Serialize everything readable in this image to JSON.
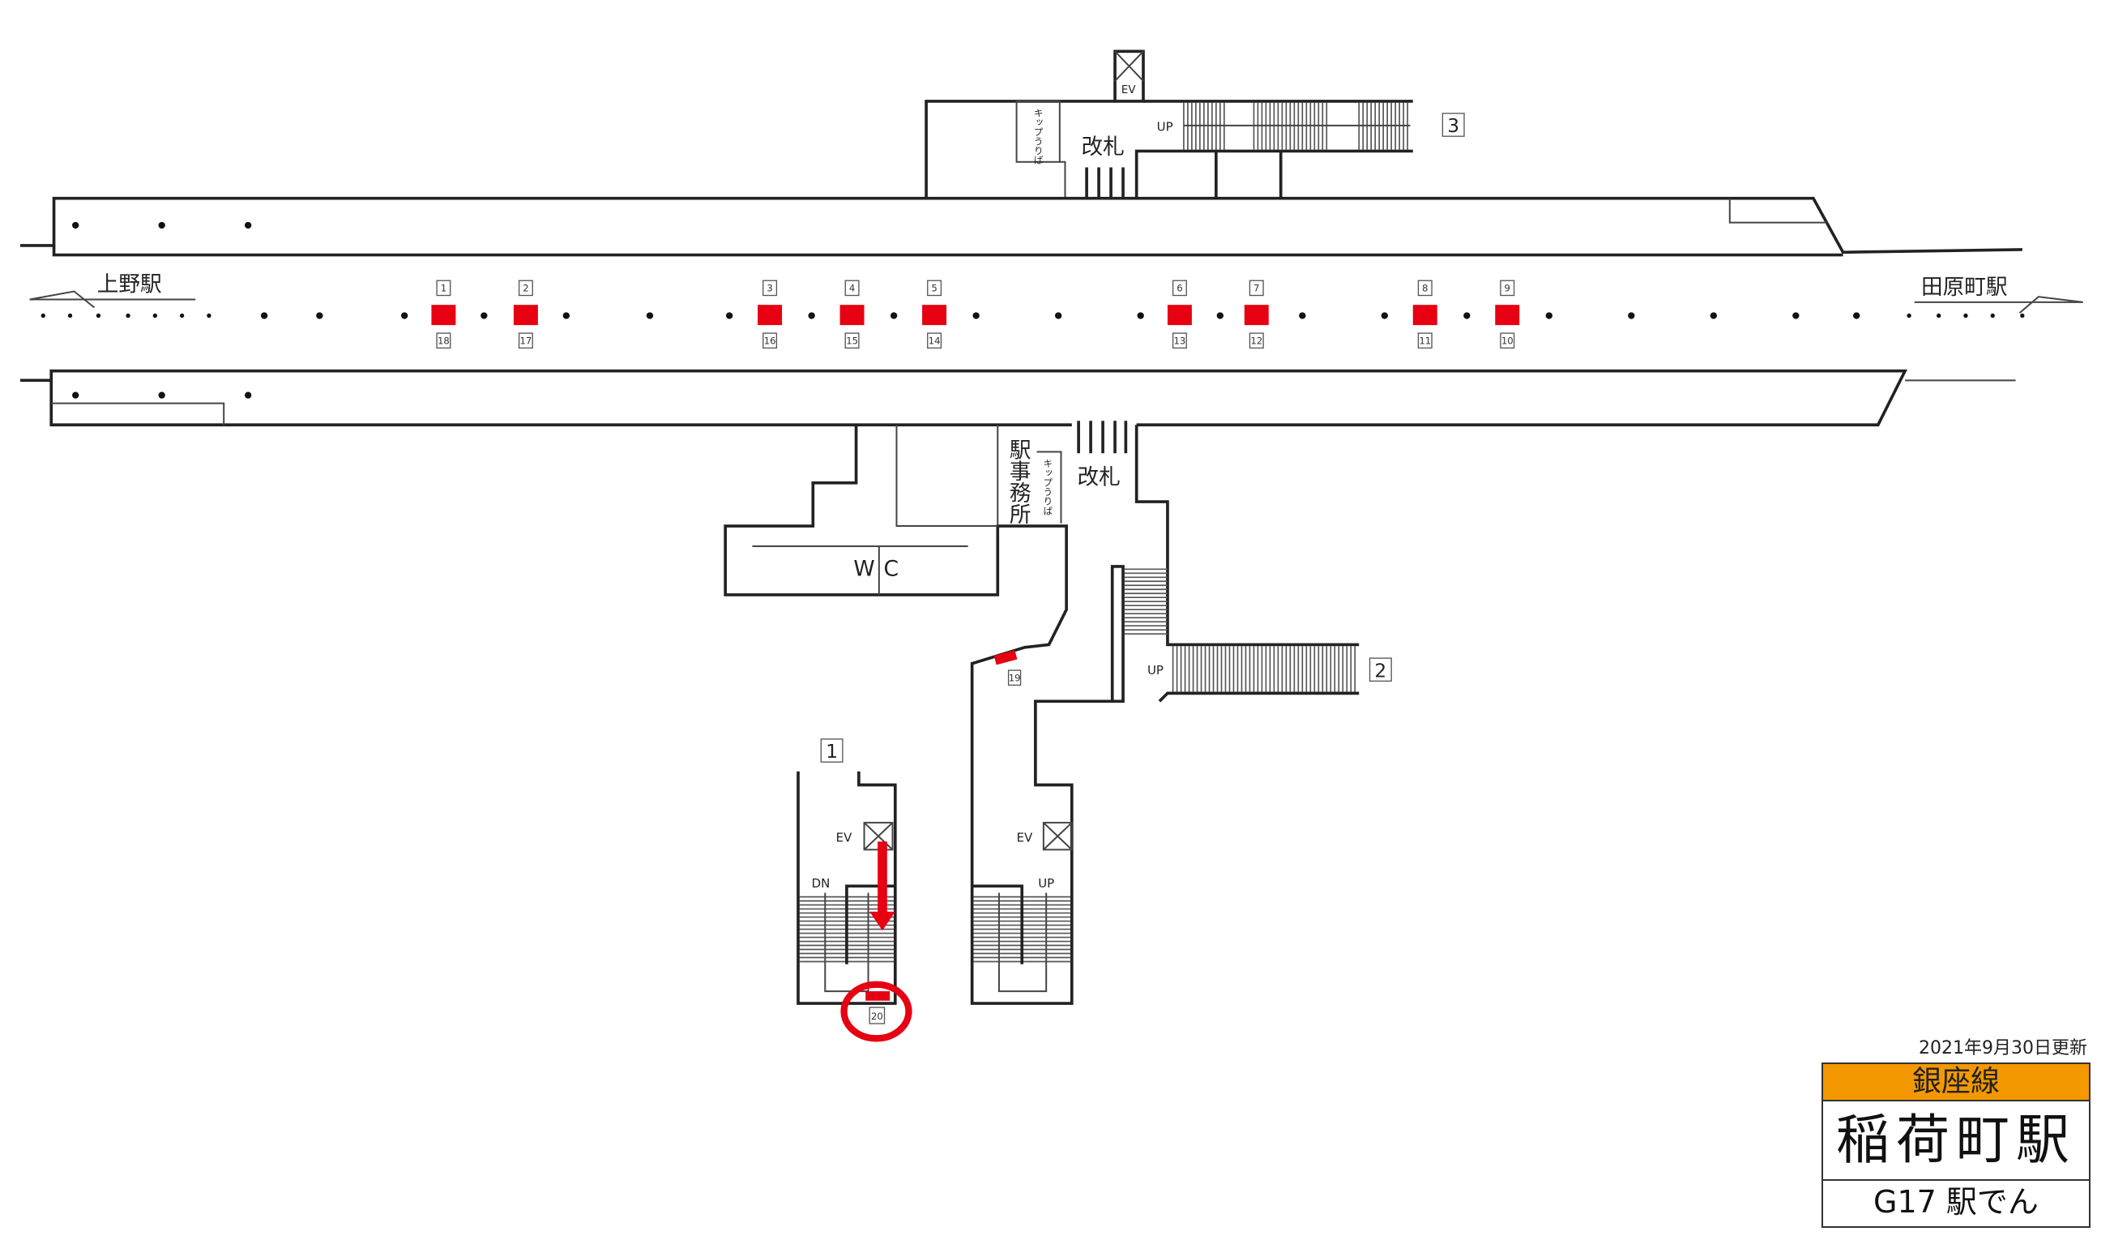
{
  "updated": "2021年9月30日更新",
  "station": {
    "line": "銀座線",
    "line_color": "#f39800",
    "name": "稲荷町駅",
    "code": "G17 駅でん"
  },
  "labels": {
    "ueno": "上野駅",
    "tawaramachi": "田原町駅",
    "gate_north": "改札",
    "gate_south": "改札",
    "ticket_north": "キップうりば",
    "ticket_south": "キップうりば",
    "station_office": "駅事務所",
    "wc_w": "W",
    "wc_c": "C",
    "ev_top": "EV",
    "ev_exit1": "EV",
    "ev_west": "EV",
    "up_exit3": "UP",
    "up_exit2": "UP",
    "dn_exit1": "DN",
    "up_west": "UP"
  },
  "exits": [
    "1",
    "2",
    "3"
  ],
  "doors_top": [
    "1",
    "2",
    "3",
    "4",
    "5",
    "6",
    "7",
    "8",
    "9"
  ],
  "doors_bottom": [
    "18",
    "17",
    "16",
    "15",
    "14",
    "13",
    "12",
    "11",
    "10"
  ],
  "extra_doors": [
    "19",
    "20"
  ],
  "highlight_color": "#e60012"
}
